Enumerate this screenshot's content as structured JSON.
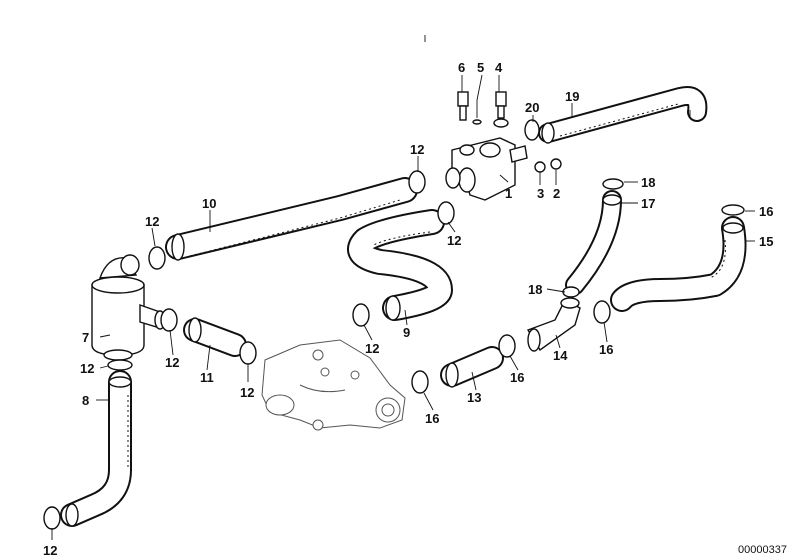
{
  "diagram": {
    "document_number": "00000337",
    "callouts": [
      {
        "id": "c1",
        "text": "1"
      },
      {
        "id": "c2",
        "text": "2"
      },
      {
        "id": "c3",
        "text": "3"
      },
      {
        "id": "c4",
        "text": "4"
      },
      {
        "id": "c5",
        "text": "5"
      },
      {
        "id": "c6",
        "text": "6"
      },
      {
        "id": "c7",
        "text": "7"
      },
      {
        "id": "c8",
        "text": "8"
      },
      {
        "id": "c9",
        "text": "9"
      },
      {
        "id": "c10",
        "text": "10"
      },
      {
        "id": "c11",
        "text": "11"
      },
      {
        "id": "c12a",
        "text": "12"
      },
      {
        "id": "c12b",
        "text": "12"
      },
      {
        "id": "c12c",
        "text": "12"
      },
      {
        "id": "c12d",
        "text": "12"
      },
      {
        "id": "c12e",
        "text": "12"
      },
      {
        "id": "c12f",
        "text": "12"
      },
      {
        "id": "c12g",
        "text": "12"
      },
      {
        "id": "c12h",
        "text": "12"
      },
      {
        "id": "c13",
        "text": "13"
      },
      {
        "id": "c14",
        "text": "14"
      },
      {
        "id": "c15",
        "text": "15"
      },
      {
        "id": "c16a",
        "text": "16"
      },
      {
        "id": "c16b",
        "text": "16"
      },
      {
        "id": "c16c",
        "text": "16"
      },
      {
        "id": "c16d",
        "text": "16"
      },
      {
        "id": "c17",
        "text": "17"
      },
      {
        "id": "c18a",
        "text": "18"
      },
      {
        "id": "c18b",
        "text": "18"
      },
      {
        "id": "c19",
        "text": "19"
      },
      {
        "id": "c20",
        "text": "20"
      }
    ]
  }
}
